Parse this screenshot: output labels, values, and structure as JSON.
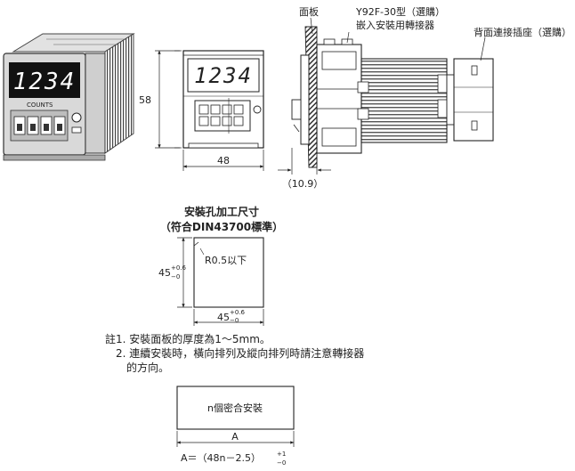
{
  "display_value": "1234",
  "photo_label": "COUNTS",
  "front_view": {
    "height_dim": "58",
    "width_dim": "48"
  },
  "side_view": {
    "panel_label": "面板",
    "adapter_label_line1": "Y92F-30型（選購）",
    "adapter_label_line2": "嵌入安裝用轉接器",
    "socket_label": "背面連接插座（選購）",
    "depth_dim": "（10.9）"
  },
  "cutout": {
    "title_line1": "安裝孔加工尺寸",
    "title_line2": "（符合DIN43700標準）",
    "radius_label": "R0.5以下",
    "side_base": "45",
    "tol_plus": "+0.6",
    "tol_minus": "−0"
  },
  "notes": {
    "line1": "註1. 安裝面板的厚度為1～5mm。",
    "line2": "2. 連續安裝時，橫向排列及縱向排列時請注意轉接器",
    "line3": "的方向。"
  },
  "gang": {
    "box_label": "n個密合安裝",
    "dim_label": "A",
    "formula": "A＝（48n－2.5）",
    "tol_plus": "+1",
    "tol_minus": "−0"
  }
}
